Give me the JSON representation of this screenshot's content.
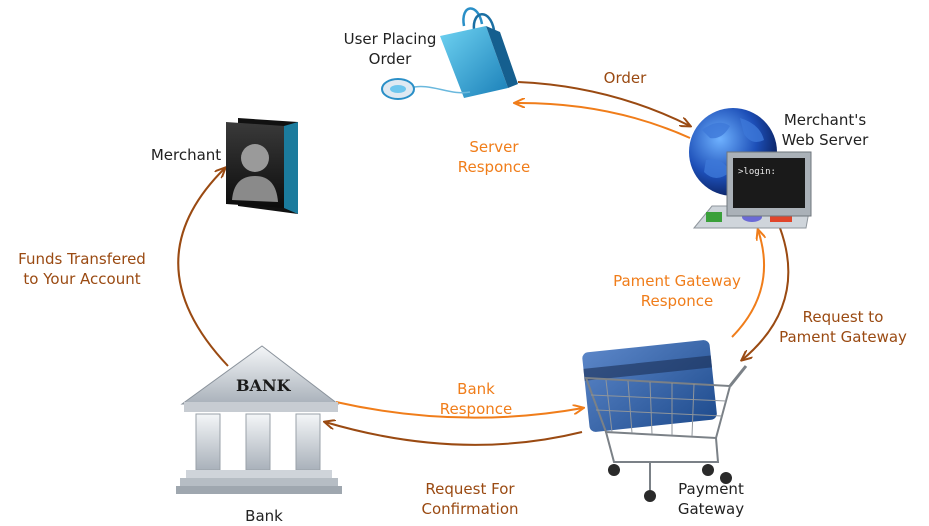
{
  "nodes": {
    "user": {
      "label": "User Placing\nOrder"
    },
    "merchant": {
      "label": "Merchant"
    },
    "web_server": {
      "label": "Merchant's\nWeb Server",
      "console_text": ">login:"
    },
    "payment_gateway": {
      "label": "Payment\nGateway"
    },
    "bank": {
      "label": "Bank",
      "sign_text": "BANK"
    }
  },
  "edges": {
    "order": "Order",
    "server_response": "Server\nResponce",
    "request_gateway": "Request to\nPament Gateway",
    "gateway_response": "Pament Gateway\nResponce",
    "bank_response": "Bank\nResponce",
    "request_confirmation": "Request For\nConfirmation",
    "funds_transferred": "Funds Transfered\nto Your Account"
  },
  "colors": {
    "request_arrow": "#9a4a12",
    "response_arrow": "#f07d1a",
    "dark_label": "#222222"
  },
  "icons": {
    "user": "shopping-bag-and-mouse-icon",
    "merchant": "user-folder-icon",
    "web_server": "globe-computer-icon",
    "payment_gateway": "shopping-cart-credit-card-icon",
    "bank": "bank-building-icon"
  }
}
